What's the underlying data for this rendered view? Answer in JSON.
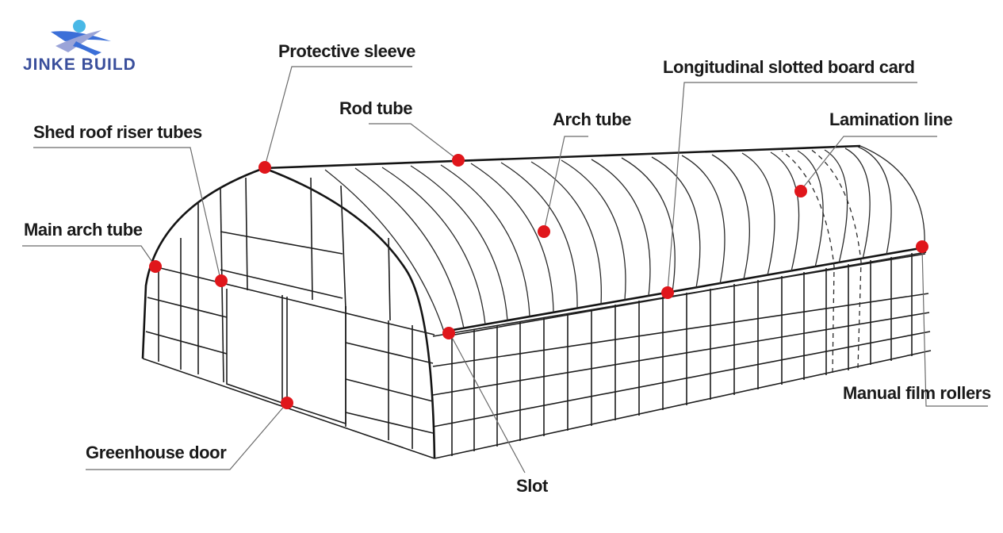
{
  "logo": {
    "brand_text": "JINKE BUILD",
    "icon": "jinke-build-logo-icon",
    "colors": {
      "text": "#3a4f9c",
      "swoosh_blue": "#3b6fd8",
      "swoosh_cyan": "#49b8e6",
      "swoosh_lavender": "#9aa4d8"
    }
  },
  "labels": {
    "protective_sleeve": "Protective sleeve",
    "longitudinal_slotted_board_card": "Longitudinal slotted board card",
    "rod_tube": "Rod tube",
    "arch_tube": "Arch tube",
    "lamination_line": "Lamination line",
    "shed_roof_riser_tubes": "Shed roof riser tubes",
    "main_arch_tube": "Main arch tube",
    "manual_film_rollers": "Manual film rollers",
    "greenhouse_door": "Greenhouse door",
    "slot": "Slot"
  },
  "colors": {
    "marker": "#e0161b",
    "line": "#1d1d1d",
    "leader": "#6b6b6b",
    "background": "#ffffff"
  }
}
